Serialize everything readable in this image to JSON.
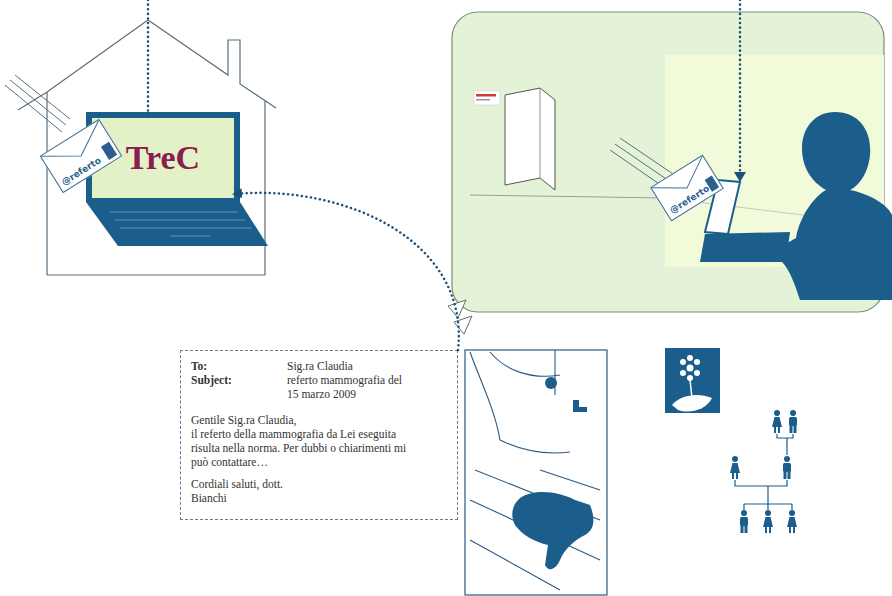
{
  "diagram": {
    "nodes": [
      {
        "text": [
          "TreC"
        ]
      },
      {
        "text": [
          "@referto"
        ]
      },
      {
        "text": [
          "@referto"
        ]
      },
      {
        "text": [
          "To:",
          "Sig.ra Claudia",
          "Subject:",
          "referto mammografia del 15 marzo 2009",
          "Gentile Sig.ra Claudia,",
          "il referto della mammografia da Lei eseguita risulta nella norma. Per dubbi o chiarimenti mi può contattare…",
          "Cordiali saluti, dott. Bianchi"
        ]
      }
    ],
    "edges": [
      {
        "from": 3,
        "to": 0,
        "arrow": "to"
      }
    ]
  }
}
